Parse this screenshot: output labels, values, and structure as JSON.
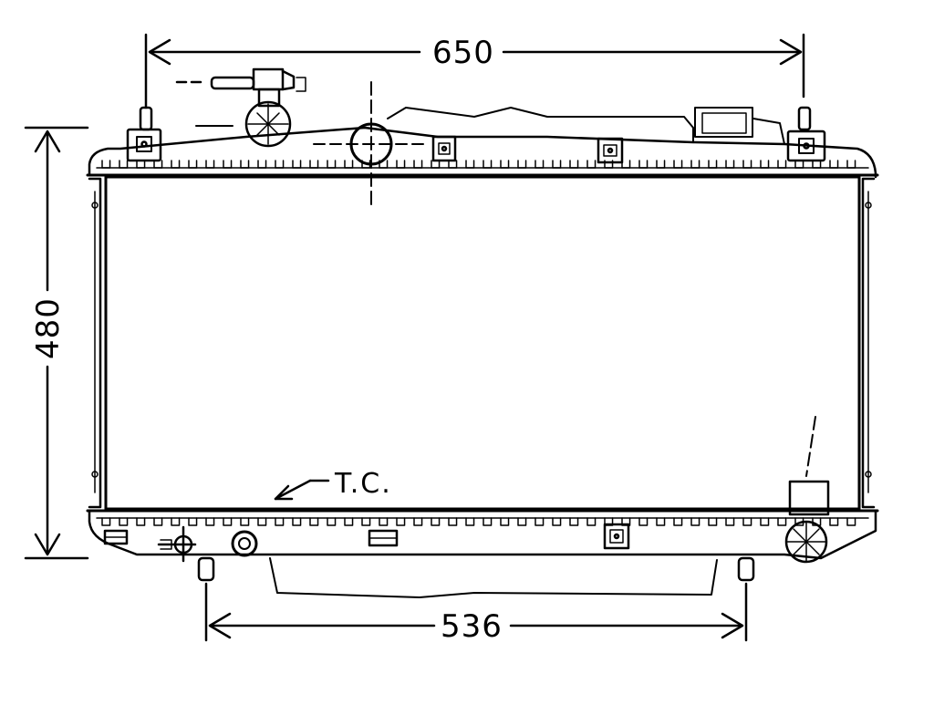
{
  "diagram": {
    "dimensions": {
      "top_width": "650",
      "bottom_width": "536",
      "height": "480"
    },
    "annotation": "T.C."
  }
}
